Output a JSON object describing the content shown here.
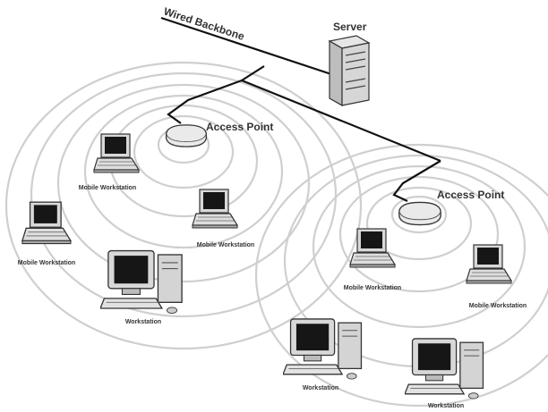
{
  "backbone": {
    "label": "Wired Backbone"
  },
  "server": {
    "label": "Server",
    "icon": "server-tower-icon"
  },
  "access_points": [
    {
      "label": "Access Point",
      "icon": "access-point-icon"
    },
    {
      "label": "Access Point",
      "icon": "access-point-icon"
    }
  ],
  "mobile_workstations": [
    {
      "label": "Mobile Workstation",
      "icon": "laptop-icon"
    },
    {
      "label": "Mobile Workstation",
      "icon": "laptop-icon"
    },
    {
      "label": "Mobile Workstation",
      "icon": "laptop-icon"
    },
    {
      "label": "Mobile Workstation",
      "icon": "laptop-icon"
    },
    {
      "label": "Mobile Workstation",
      "icon": "laptop-icon"
    }
  ],
  "workstations": [
    {
      "label": "Workstation",
      "icon": "desktop-computer-icon"
    },
    {
      "label": "Workstation",
      "icon": "desktop-computer-icon"
    },
    {
      "label": "Workstation",
      "icon": "desktop-computer-icon"
    }
  ],
  "colors": {
    "line": "#111111",
    "ring": "#cfcfcf",
    "device": "#d9d9d9",
    "screen": "#161616"
  }
}
